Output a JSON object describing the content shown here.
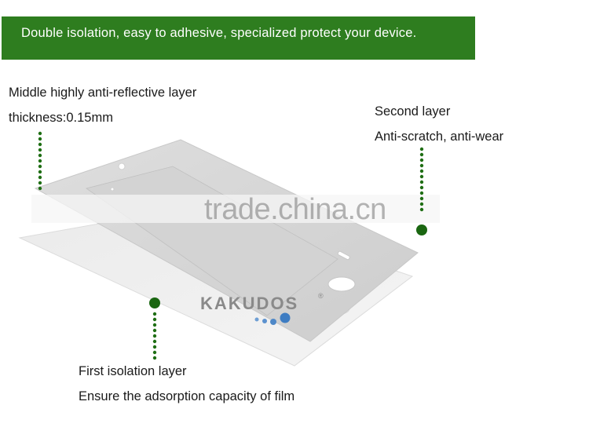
{
  "banner": {
    "text": "Double isolation, easy to adhesive, specialized protect your device."
  },
  "middle_layer": {
    "title": "Middle highly anti-reflective layer",
    "detail": "thickness:0.15mm"
  },
  "second_layer": {
    "title": "Second layer",
    "detail": "Anti-scratch, anti-wear"
  },
  "first_layer": {
    "title": "First isolation layer",
    "detail": "Ensure the adsorption capacity of film"
  },
  "watermark": "trade.china.cn",
  "brand": {
    "name": "KAKUDOS",
    "mark": "®"
  },
  "colors": {
    "banner": "#2e7d1f",
    "pointer": "#1f6e14"
  }
}
